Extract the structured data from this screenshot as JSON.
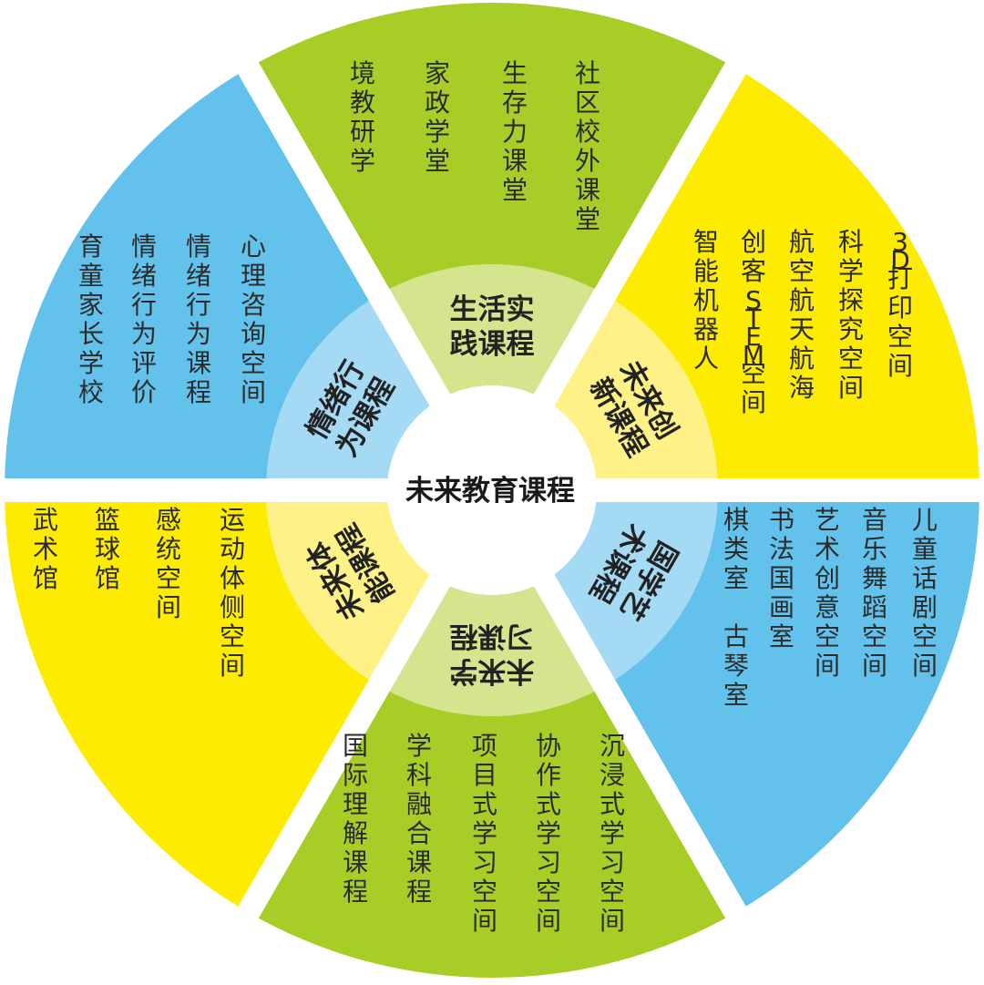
{
  "center": {
    "title": "未来教育课程"
  },
  "sectors": [
    {
      "id": "life",
      "ring_lines": [
        "生活实",
        "践课程"
      ],
      "outer_color": "#a8cd27",
      "ring_color": "#d5e58d",
      "items": [
        "社区校外课堂",
        "生存力课堂",
        "家政学堂",
        "境教研学"
      ]
    },
    {
      "id": "innovation",
      "ring_lines": [
        "未来创",
        "新课程"
      ],
      "outer_color": "#fdeb00",
      "ring_color": "#fdf188",
      "items": [
        "3D打印空间",
        "科学探究空间",
        "航空航天航海",
        "创客STEM空间",
        "智能机器人"
      ]
    },
    {
      "id": "arts",
      "ring_lines": [
        "国学艺",
        "术课程"
      ],
      "outer_color": "#62c2ec",
      "ring_color": "#a5daf4",
      "items": [
        "儿童话剧空间",
        "音乐舞蹈空间",
        "艺术创意空间",
        "书法国画室",
        "棋类室　古琴室"
      ]
    },
    {
      "id": "learning",
      "ring_lines": [
        "未来学",
        "习课程"
      ],
      "outer_color": "#a8cd27",
      "ring_color": "#d5e58d",
      "items": [
        "沉浸式学习空间",
        "协作式学习空间",
        "项目式学习空间",
        "学科融合课程",
        "国际理解课程"
      ]
    },
    {
      "id": "sports",
      "ring_lines": [
        "未来体",
        "能课程"
      ],
      "outer_color": "#fdeb00",
      "ring_color": "#fdf188",
      "items": [
        "运动体侧空间",
        "感统空间",
        "篮球馆",
        "武术馆"
      ]
    },
    {
      "id": "emotion",
      "ring_lines": [
        "情绪行",
        "为课程"
      ],
      "outer_color": "#62c2ec",
      "ring_color": "#a5daf4",
      "items": [
        "心理咨询空间",
        "情绪行为课程",
        "情绪行为评价",
        "育童家长学校"
      ]
    }
  ]
}
